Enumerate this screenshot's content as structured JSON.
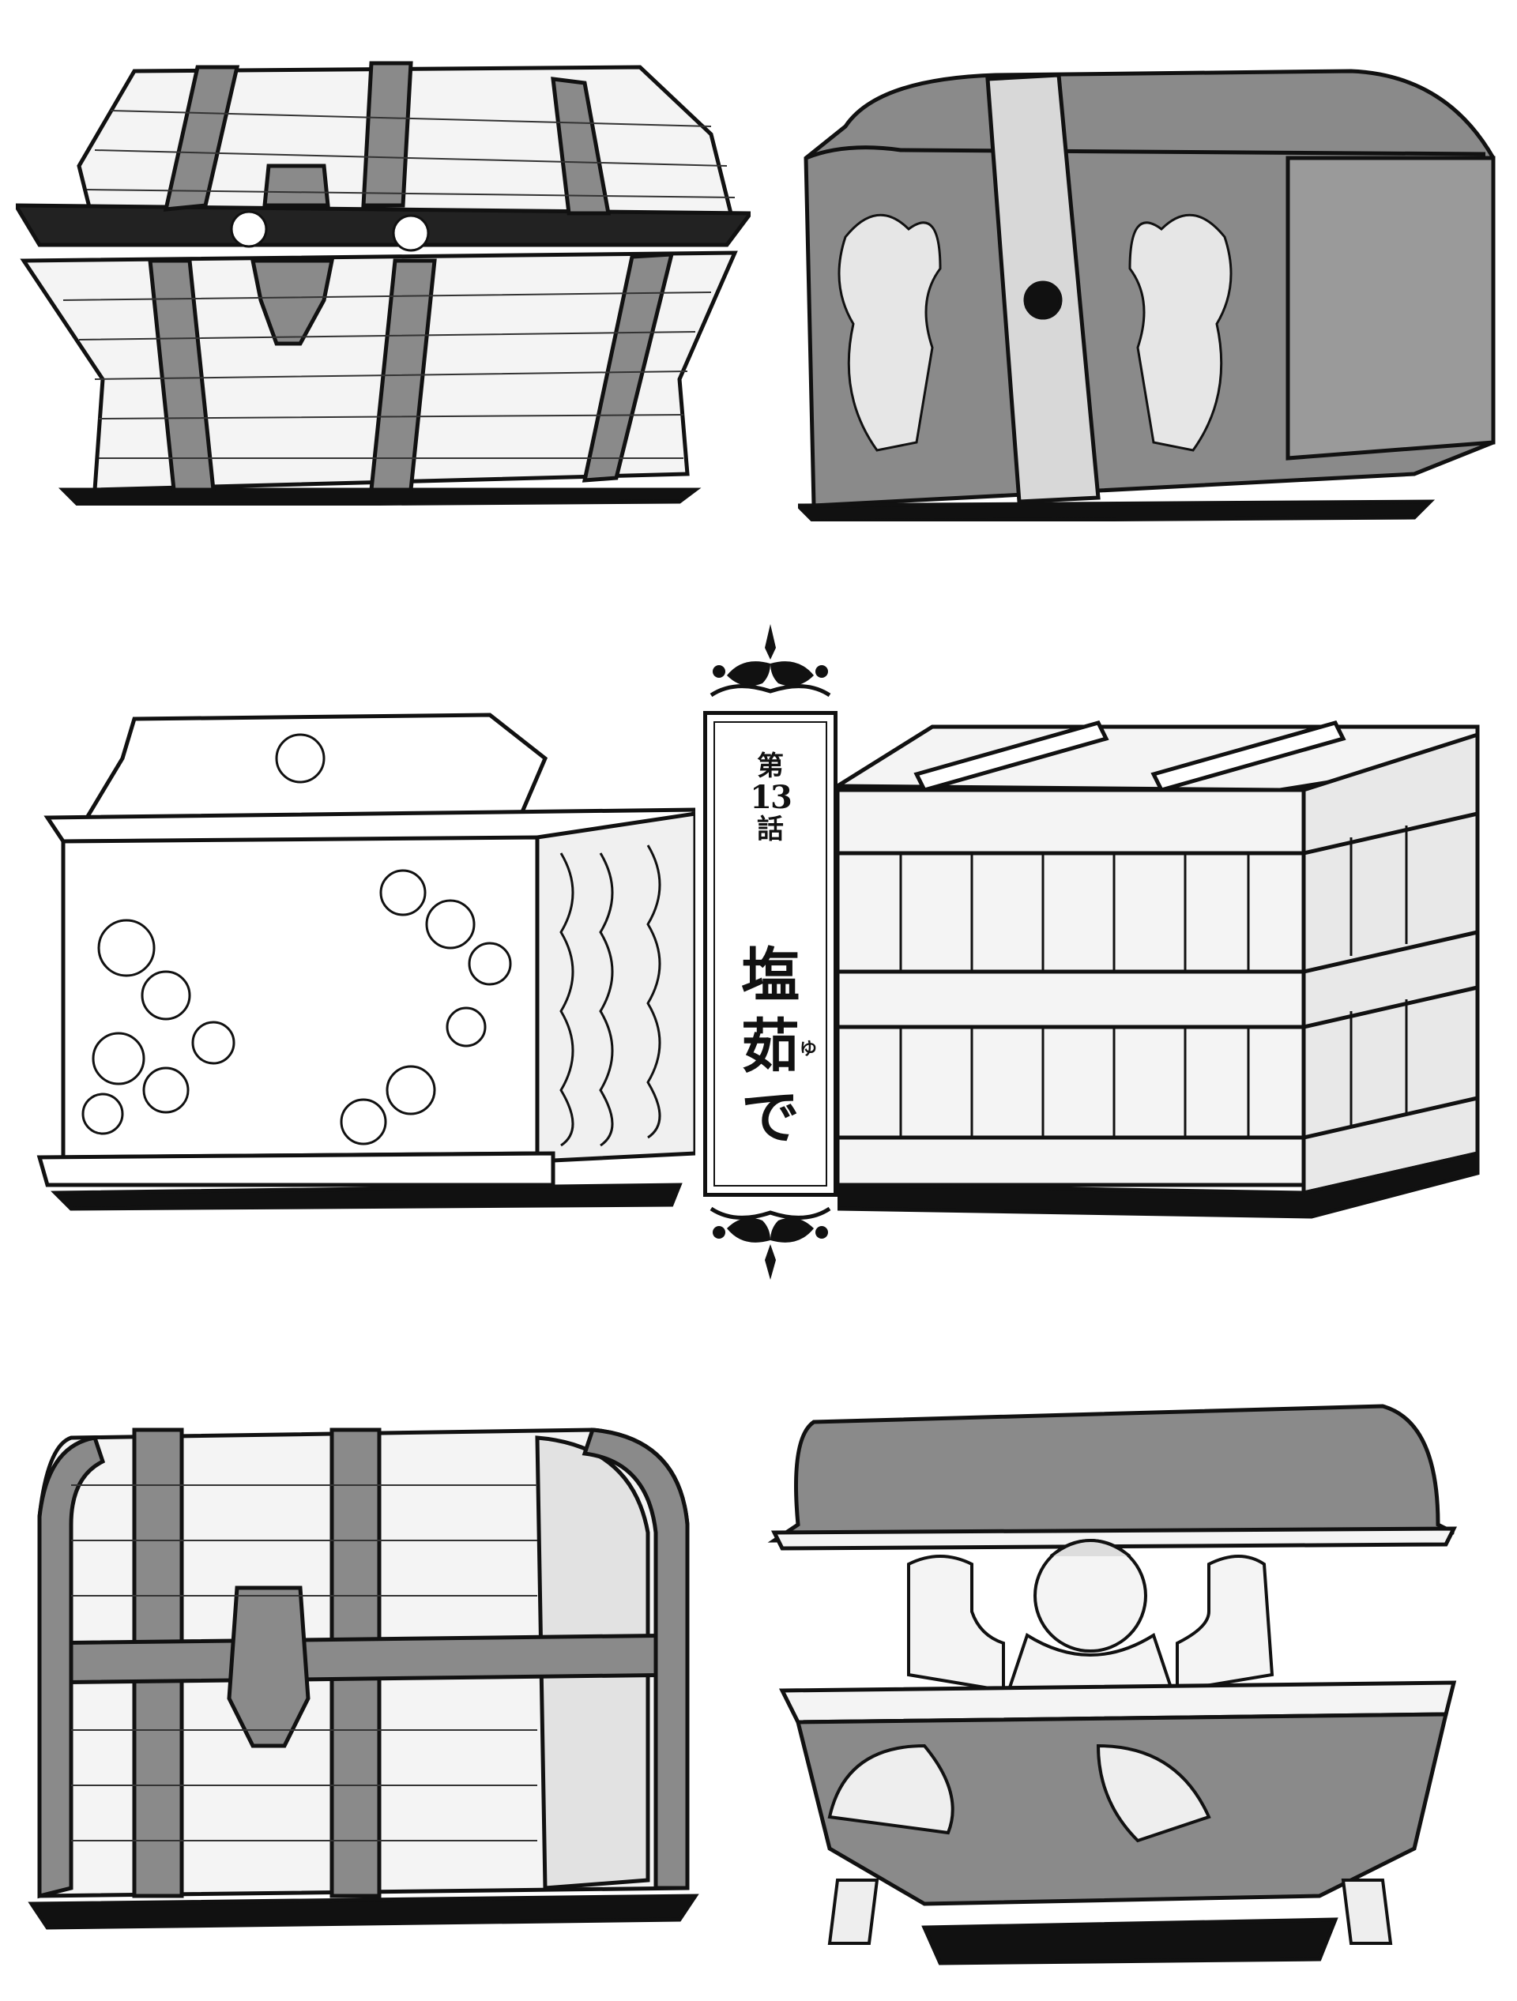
{
  "title_plate": {
    "chapter_prefix": "第",
    "chapter_number": "13",
    "chapter_suffix": "話",
    "title_chars": [
      "塩",
      "茹",
      "で"
    ],
    "furigana": "ゆ"
  },
  "chests": [
    {
      "name": "mimic-chest",
      "icon": "mimic-treasure-chest-icon"
    },
    {
      "name": "winged-lion-chest",
      "icon": "winged-lion-chest-icon"
    },
    {
      "name": "floral-carved-chest",
      "icon": "floral-chest-icon"
    },
    {
      "name": "wooden-crate",
      "icon": "wooden-crate-icon"
    },
    {
      "name": "banded-treasure-chest",
      "icon": "treasure-chest-icon"
    },
    {
      "name": "chest-with-person-inside",
      "icon": "person-in-chest-icon"
    }
  ],
  "colors": {
    "ink": "#111111",
    "tone": "#8a8a8a",
    "paper": "#ffffff",
    "wood": "#f4f4f4"
  }
}
